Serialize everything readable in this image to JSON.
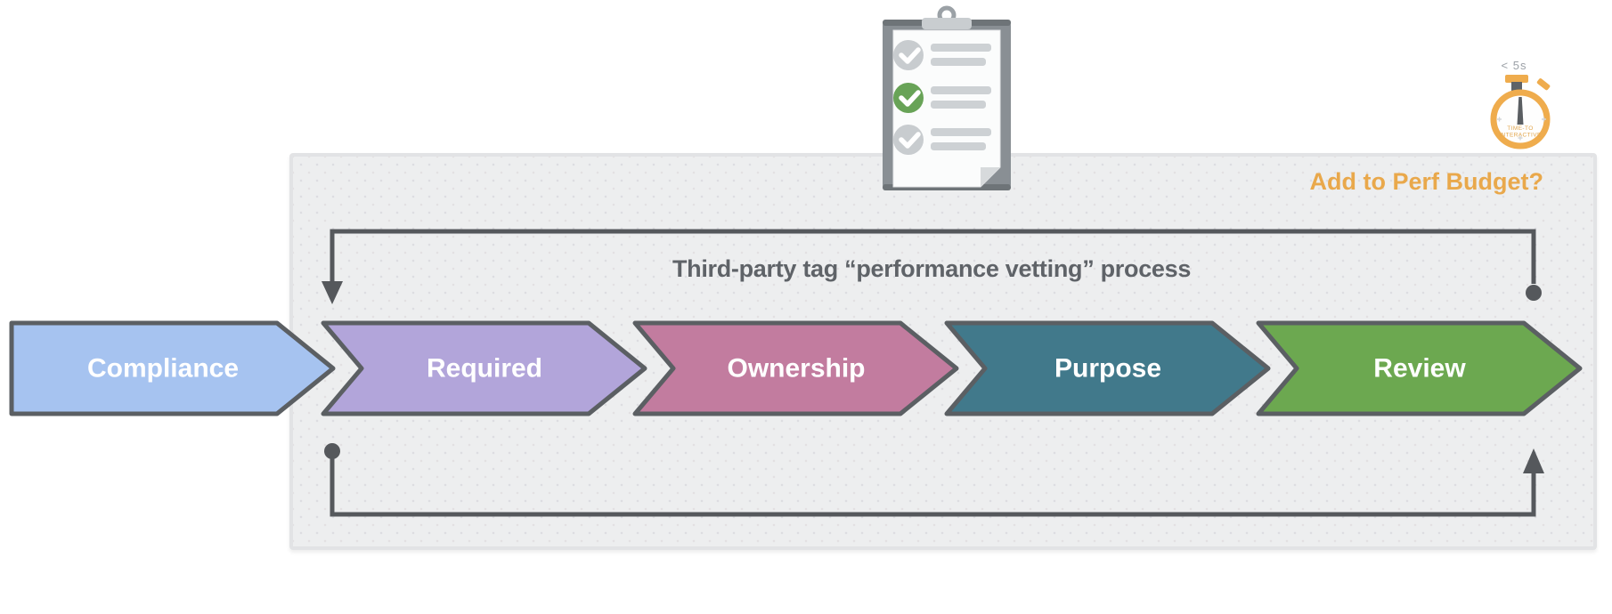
{
  "diagram": {
    "title": "Third-party tag “performance vetting” process",
    "perf_budget_question": "Add to Perf Budget?",
    "stopwatch": {
      "time_label": "< 5s",
      "dial_label_line1": "TIME-TO",
      "dial_label_line2": "INTERACTIVE"
    },
    "steps": [
      {
        "label": "Compliance",
        "fill": "#A6C3F0"
      },
      {
        "label": "Required",
        "fill": "#B2A5DA"
      },
      {
        "label": "Ownership",
        "fill": "#C27C9F"
      },
      {
        "label": "Purpose",
        "fill": "#41798B"
      },
      {
        "label": "Review",
        "fill": "#6CA850"
      }
    ],
    "icons": {
      "clipboard": "checklist-clipboard",
      "timer": "stopwatch"
    },
    "colors": {
      "step_border": "#5B5F63",
      "step_text": "#FFFFFF",
      "flow_line": "#55585C",
      "title_text": "#5F6368",
      "perf_budget_text": "#E9A84B",
      "panel_bg": "#EDEEEF",
      "panel_border": "#E2E3E5",
      "stopwatch_ring": "#EFAC4D",
      "checklist_done": "#68A357",
      "checklist_pending": "#C8CCCF"
    }
  }
}
